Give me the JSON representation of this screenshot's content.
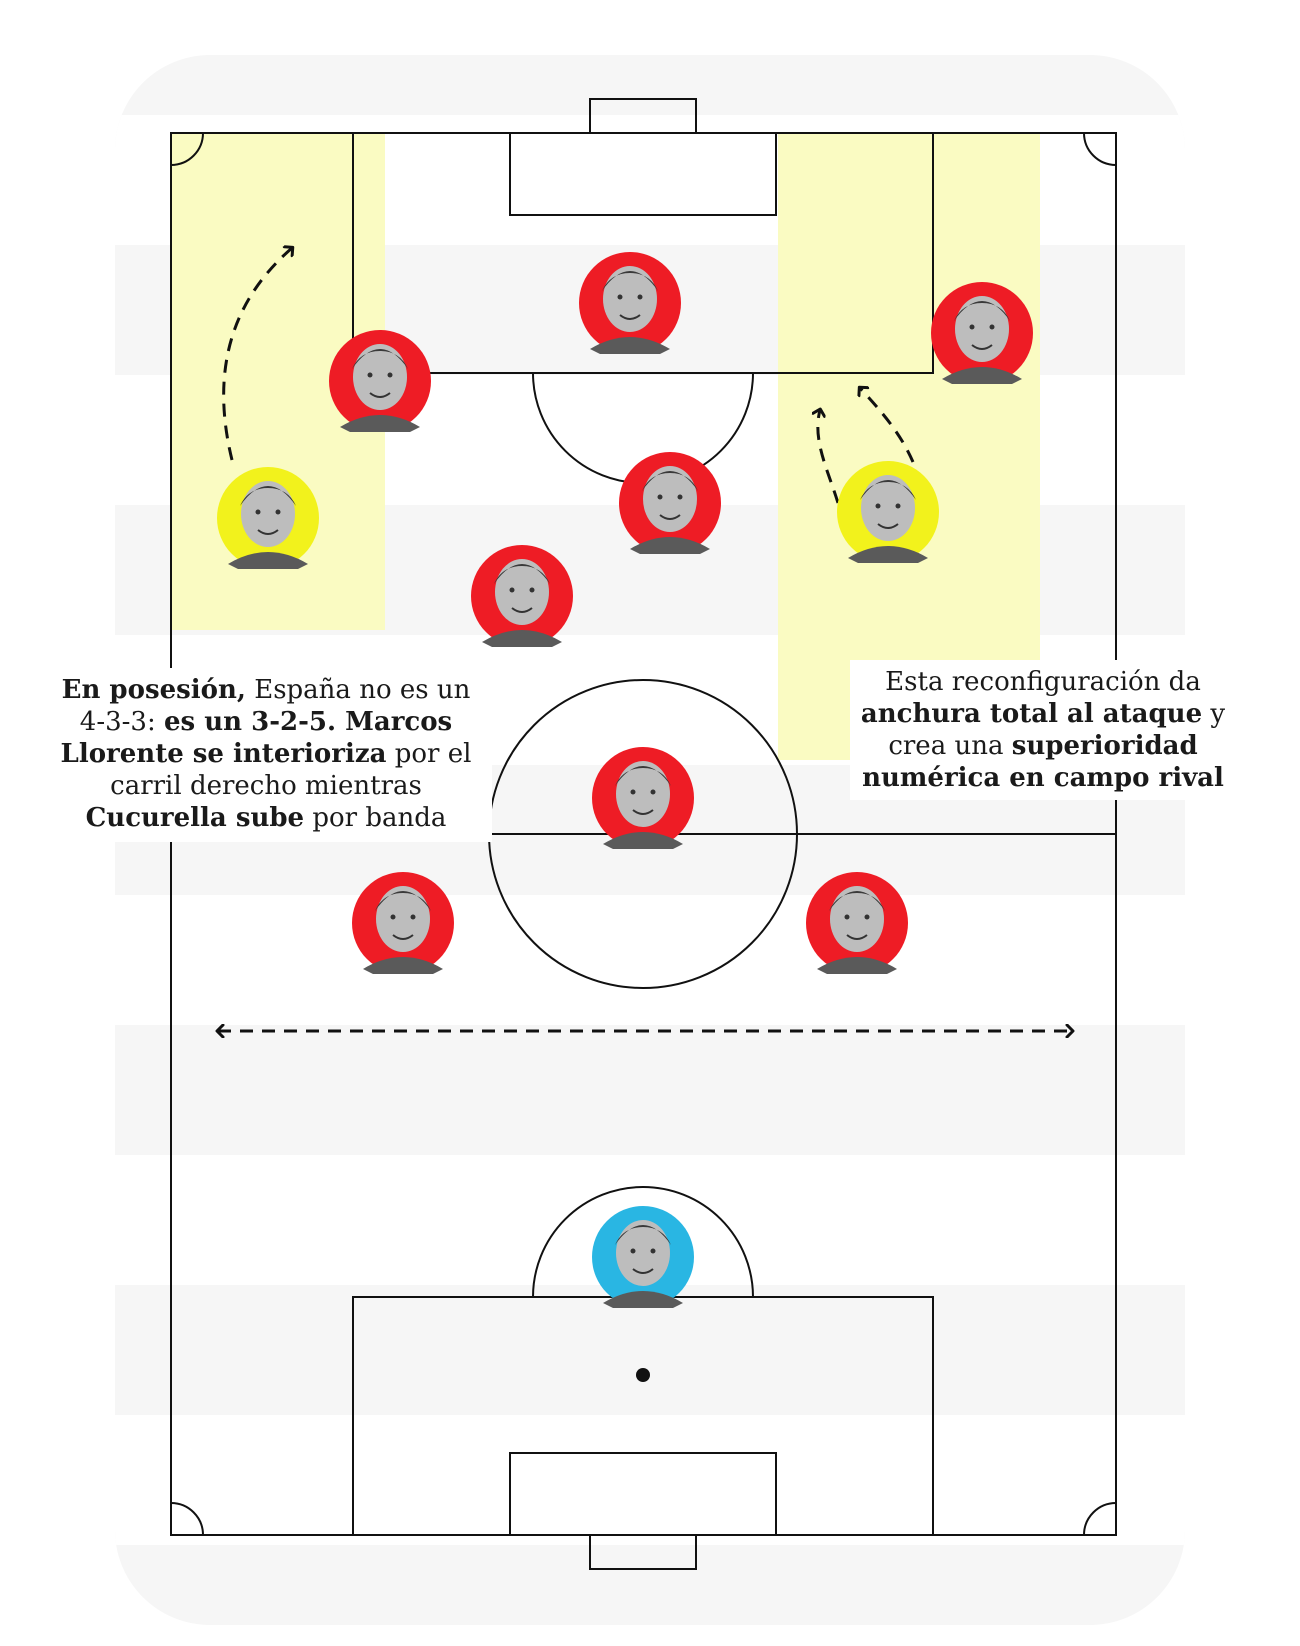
{
  "colors": {
    "outfield": "#ee1c25",
    "wingback": "#f2f21c",
    "goalkeeper": "#29b6e3",
    "lane": "#fafbc2",
    "band": "#f6f6f6",
    "line": "#111111"
  },
  "annotations": {
    "left": [
      {
        "text": "En posesión,",
        "bold": true
      },
      {
        "text": " España no es un 4-3-3: ",
        "bold": false
      },
      {
        "text": "es un 3-2-5. Marcos Llorente se interioriza",
        "bold": true
      },
      {
        "text": " por el carril derecho mientras ",
        "bold": false
      },
      {
        "text": "Cucurella sube",
        "bold": true
      },
      {
        "text": " por banda",
        "bold": false
      }
    ],
    "right": [
      {
        "text": "Esta reconfiguración da ",
        "bold": false
      },
      {
        "text": "anchura total al ataque",
        "bold": true
      },
      {
        "text": " y crea una ",
        "bold": false
      },
      {
        "text": "superioridad numérica en campo rival",
        "bold": true
      }
    ]
  },
  "players": [
    {
      "id": "striker",
      "role": "outfield",
      "icon": "player-photo"
    },
    {
      "id": "left-forward",
      "role": "outfield",
      "icon": "player-photo"
    },
    {
      "id": "right-forward",
      "role": "outfield",
      "icon": "player-photo"
    },
    {
      "id": "attacking-mid",
      "role": "outfield",
      "icon": "player-photo"
    },
    {
      "id": "cucurella",
      "role": "wingback",
      "icon": "player-photo"
    },
    {
      "id": "llorente",
      "role": "wingback",
      "icon": "player-photo"
    },
    {
      "id": "defensive-mid",
      "role": "outfield",
      "icon": "player-photo"
    },
    {
      "id": "center-back-middle",
      "role": "outfield",
      "icon": "player-photo"
    },
    {
      "id": "center-back-left",
      "role": "outfield",
      "icon": "player-photo"
    },
    {
      "id": "center-back-right",
      "role": "outfield",
      "icon": "player-photo"
    },
    {
      "id": "goalkeeper",
      "role": "goalkeeper",
      "icon": "player-photo"
    }
  ]
}
